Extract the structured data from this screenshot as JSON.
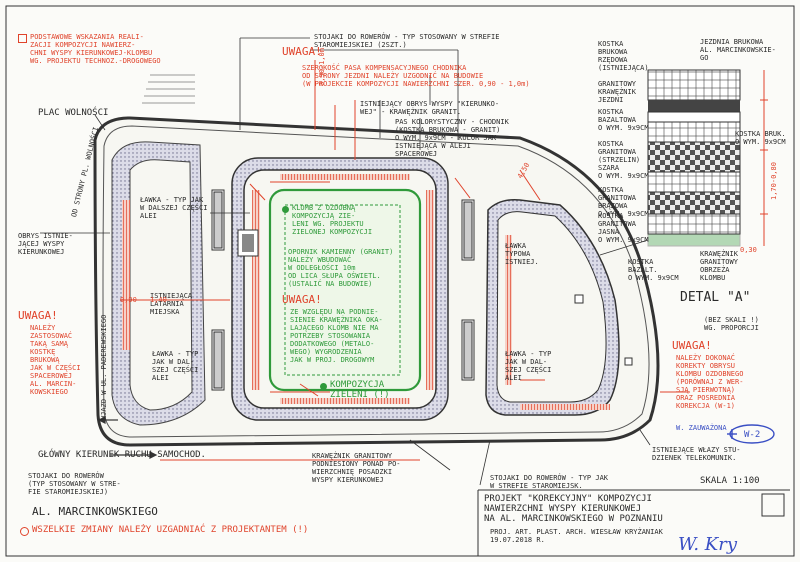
{
  "notes": {
    "top_left": "PODSTAWOWE WSKAZANIA REALI-\nZACJI KOMPOZYCJI NAWIERZ-\nCHNI WYSPY KIERUNKOWEJ-KLOMBU\nWG. PROJEKTU TECHNOZ.-DROGOWEGO",
    "plac": "PLAC WOLNOŚCI",
    "stojaki_top": "STOJAKI DO ROWERÓW - TYP STOSOWANY W STREFIE\nSTAROMIEJSKIEJ (2SZT.)",
    "uwaga_top_label": "UWAGA!",
    "uwaga_top_text": "SZEROKOŚĆ PASA KOMPENSACYJNEGO CHODNIKA\nOD STRONY JEZDNI NALEŻY UZGODNIĆ NA BUDOWIE\n(W PROJEKCIE KOMPOZYCJI NAWIERZCHNI SZER. 0,90 - 1,0m)",
    "obrys_istniejacy": "ISTNIEJĄCY OBRYS WYSPY \"KIERUNKO-\nWEJ\" - KRAWĘŻNIK GRANIT.",
    "pas_kolorystyczny": "PAS KOLORYSTYCZNY - CHODNIK\n(KOSTKA BRUKOWA - GRANIT)\nO WYM. 9x9CM - KOLOR JAK\nISTNIEJĄCA W ALEJI\nSPACEROWEJ",
    "od_strony": "OD STRONY PL. WOLNOŚCI",
    "lawka_dalsza": "ŁAWKA - TYP JAK\nW DALSZEJ CZĘŚCI\nALEI",
    "obrys_istn_wyspy": "OBRYS ISTNIE-\nJĄCEJ WYSPY\nKIERUNKOWEJ",
    "istn_latarnia": "ISTNIEJĄCA\nLATARNIA\nMIEJSKA",
    "lawka_typowa": "ŁAWKA\nTYPOWA\nISTNIEJ.",
    "uwaga_left_label": "UWAGA!",
    "uwaga_left_text": "NALEŻY\nZASTOSOWAĆ\nTAKĄ SAMĄ\nKOSTKĘ\nBRUKOWĄ\nJAK W CZĘŚCI\nSPACEROWEJ\nAL. MARCIN-\nKOWSKIEGO",
    "wjazd": "WJAZD W UL. PADEREWSKIEGO",
    "lawka_left2": "ŁAWKA - TYP\nJAK W DAL-\nSZEJ CZĘŚCI\nALEI",
    "lawka_right2": "ŁAWKA - TYP\nJAK W DAL-\nSZEJ CZĘŚCI\nALEI",
    "glowny_kierunek": "GŁÓWNY KIERUNEK RUCHU SAMOCHOD.",
    "stojaki_bl": "STOJAKI DO ROWERÓW\n(TYP STOSOWANY W STRE-\nFIE STAROMIEJSKIEJ)",
    "al_marc": "AL. MARCINKOWSKIEGO",
    "wszelkie": "WSZELKIE ZMIANY NALEŻY UZGADNIAĆ Z PROJEKTANTEM (!)",
    "klomb_green": "KLOMB Z OZDOBNĄ\nKOMPOZYCJĄ ZIE-\nLENI WG. PROJEKTU\nZIELONEJ KOMPOZYCJI",
    "opornik": "OPORNIK KAMIENNY (GRANIT)\nNALEŻY WBUDOWAĆ\nW ODLEGŁOŚCI 10m\nOD LICA SŁUPA OŚWIETL.\n(USTALIĆ NA BUDOWIE)",
    "uwaga_mid_label": "UWAGA!",
    "uwaga_mid_text": "ZE WZGLĘDU NA PODNIE-\nSIENIE KRAWĘŻNIKA OKA-\nLAJĄCEGO KLOMB NIE MA\nPOTRZEBY STOSOWANIA\nDODATKOWEGO (METALO-\nWEGO) WYGRODZENIA\nJAK W PROJ. DROGOWYM",
    "kompozycja": "KOMPOZYCJA\nZIELENI (!)",
    "kraweznik_bottom": "KRAWĘŻNIK GRANITOWY\nPODNIESIONY PONAD PO-\nWIERZCHNIĘ POSADZKI\nWYSPY KIERUNKOWEJ",
    "stojaki_br": "STOJAKI DO ROWERÓW - TYP JAK\nW STREFIE STAROMIEJSK.",
    "jezdnia_label": "JEZDNIA BRUKOWA\nAL. MARCINKOWSKIE-\nGO",
    "kostka_rzedowa": "KOSTKA\nBRUKOWA\nRZĘDOWA\n(ISTNIEJĄCA)",
    "granitowy_kraw": "GRANITOWY\nKRAWĘŻNIK\nJEZDNI",
    "kostka_bazalt_9": "KOSTKA\nBAZALTOWA\nO WYM. 9x9CM",
    "kostka_granit_szara": "KOSTKA\nGRANITOWA\n(STRZELIN)\nSZARA\nO WYM. 9x9CM",
    "kostka_granit_brazowa": "KOSTKA\nGRANITOWA\nBRĄZOWA\nO WYM. 9x9CM",
    "kostka_granit_jasna": "KOSTKA\nGRANITOWA\nJASNA\nO WYM. 9x9CM",
    "kostka_bazalt_small": "KOSTKA\nBAZALT.\nO WYM. 9x9CM",
    "kraweznik_detal": "KRAWĘŻNIK\nGRANITOWY\nOBRZEŻA\nKLOMBU",
    "kostka_bruk_right": "KOSTKA BRUK.\nO WYM. 9x9CM",
    "detal_title": "DETAL \"A\"",
    "bez_skali": "(BEZ SKALI !)\nWG. PROPORCJI",
    "uwaga_right_label": "UWAGA!",
    "uwaga_right_text": "NALEŻY DOKONAĆ\nKOREKTY OBRYSU\nKLOMBU OZDOBNEGO\n(PORÓWNAJ Z WER-\nSJĄ PIERWOTNĄ)\nORAZ POSREDNIA\nKOREKCJA (W-1)",
    "w_zauwazone": "W. ZAUWAŻONA",
    "w2": "W-2",
    "istn_wlazy": "ISTNIEJĄCE WŁAZY STU-\nDZIENEK TELEKOMUNIK.",
    "skala": "SKALA 1:100",
    "projekt_title": "PROJEKT \"KOREKCYJNY\" KOMPOZYCJI\nNAWIERZCHNI WYSPY KIERUNKOWEJ\nNA AL. MARCINKOWSKIEGO W POZNANIU",
    "proj_author": "PROJ. ART. PLAST. ARCH. WIESŁAW KRYŻANIAK\n19.07.2018 R.",
    "signature": "W. Kry",
    "dim_090_100": "0,90-1,0m",
    "dim_090": "0,90",
    "dim_140": "1,40",
    "dim_450": "4,50",
    "dim_030": "0,30",
    "dim_170": "1,70-0,80"
  }
}
